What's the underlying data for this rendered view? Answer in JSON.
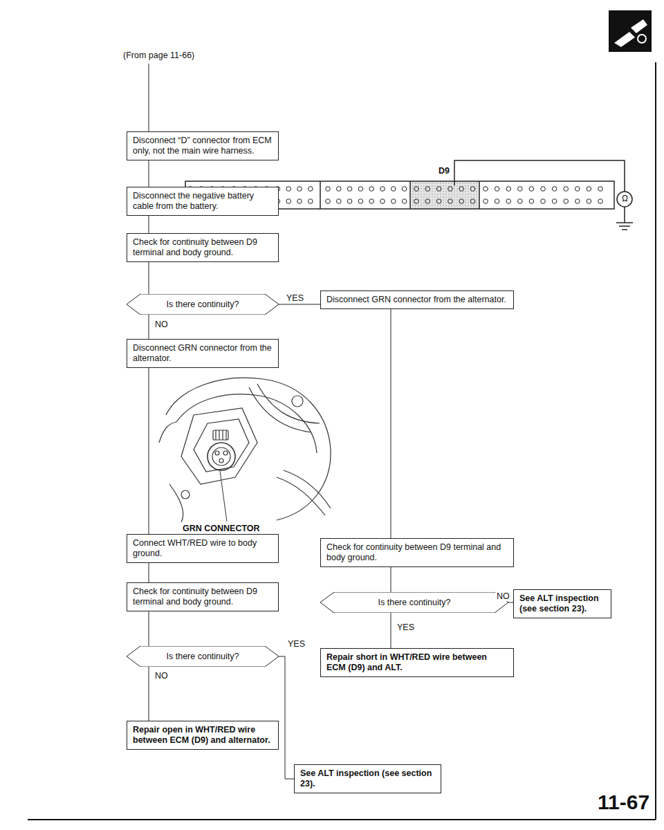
{
  "diagram": {
    "nodes": [
      {
        "text": [
          "Disconnect “D” connector from ECM only, not the main wire harness."
        ]
      },
      {
        "text": [
          "Disconnect the negative battery cable from the battery."
        ]
      },
      {
        "text": [
          "Check for continuity between D9 terminal and body ground."
        ]
      },
      {
        "text": [
          "Is there continuity?"
        ]
      },
      {
        "text": [
          "Disconnect GRN connector from the alternator."
        ]
      },
      {
        "text": [
          "Disconnect GRN connector from the alternator."
        ]
      },
      {
        "text": [
          "Connect WHT/RED wire to body ground."
        ]
      },
      {
        "text": [
          "Check for continuity between D9 terminal and body ground."
        ]
      },
      {
        "text": [
          "Check for continuity between D9 terminal and body ground."
        ]
      },
      {
        "text": [
          "Is there continuity?"
        ]
      },
      {
        "text": [
          "See ALT inspection (see section 23)."
        ]
      },
      {
        "text": [
          "Is there continuity?"
        ]
      },
      {
        "text": [
          "Repair short in WHT/RED wire between ECM (D9) and ALT."
        ]
      },
      {
        "text": [
          "Repair open in WHT/RED wire between ECM (D9) and alternator."
        ]
      },
      {
        "text": [
          "See ALT inspection (see section 23)."
        ]
      }
    ],
    "edges": [
      {
        "from": 0,
        "to": 1,
        "arrow": "none"
      },
      {
        "from": 1,
        "to": 2,
        "arrow": "none"
      },
      {
        "from": 2,
        "to": 3,
        "arrow": "none"
      },
      {
        "from": 3,
        "to": 4,
        "label": "YES",
        "arrow": "none"
      },
      {
        "from": 3,
        "to": 5,
        "label": "NO",
        "arrow": "none"
      },
      {
        "from": 5,
        "to": 6,
        "arrow": "none"
      },
      {
        "from": 4,
        "to": 7,
        "arrow": "none"
      },
      {
        "from": 6,
        "to": 8,
        "arrow": "none"
      },
      {
        "from": 7,
        "to": 9,
        "arrow": "none"
      },
      {
        "from": 8,
        "to": 11,
        "arrow": "none"
      },
      {
        "from": 9,
        "to": 10,
        "label": "NO",
        "arrow": "none"
      },
      {
        "from": 9,
        "to": 12,
        "label": "YES",
        "arrow": "none"
      },
      {
        "from": 11,
        "to": 13,
        "label": "NO",
        "arrow": "none"
      },
      {
        "from": 11,
        "to": 14,
        "label": "YES",
        "arrow": "none"
      }
    ],
    "labels": [
      "(From page 11-66)",
      "D9",
      "Ω",
      "GRN CONNECTOR",
      "11-67"
    ]
  }
}
